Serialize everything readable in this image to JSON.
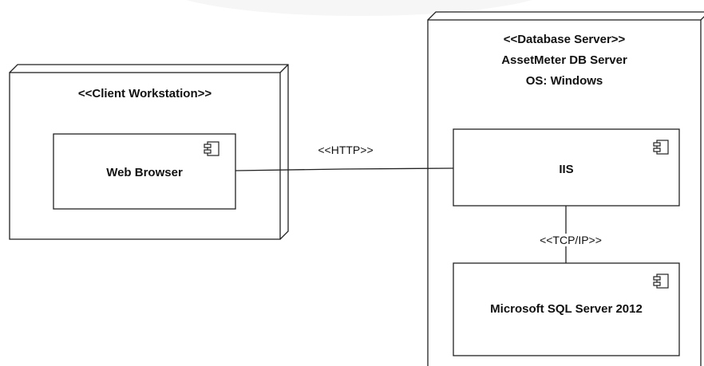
{
  "client_node": {
    "stereotype": "<<Client Workstation>>"
  },
  "web_browser": {
    "name": "Web Browser"
  },
  "server_node": {
    "stereotype": "<<Database Server>>",
    "name": "AssetMeter DB Server",
    "os": "OS: Windows"
  },
  "iis": {
    "name": "IIS"
  },
  "sql_server": {
    "name": "Microsoft SQL Server 2012"
  },
  "connectors": {
    "http": "<<HTTP>>",
    "tcp": "<<TCP/IP>>"
  }
}
